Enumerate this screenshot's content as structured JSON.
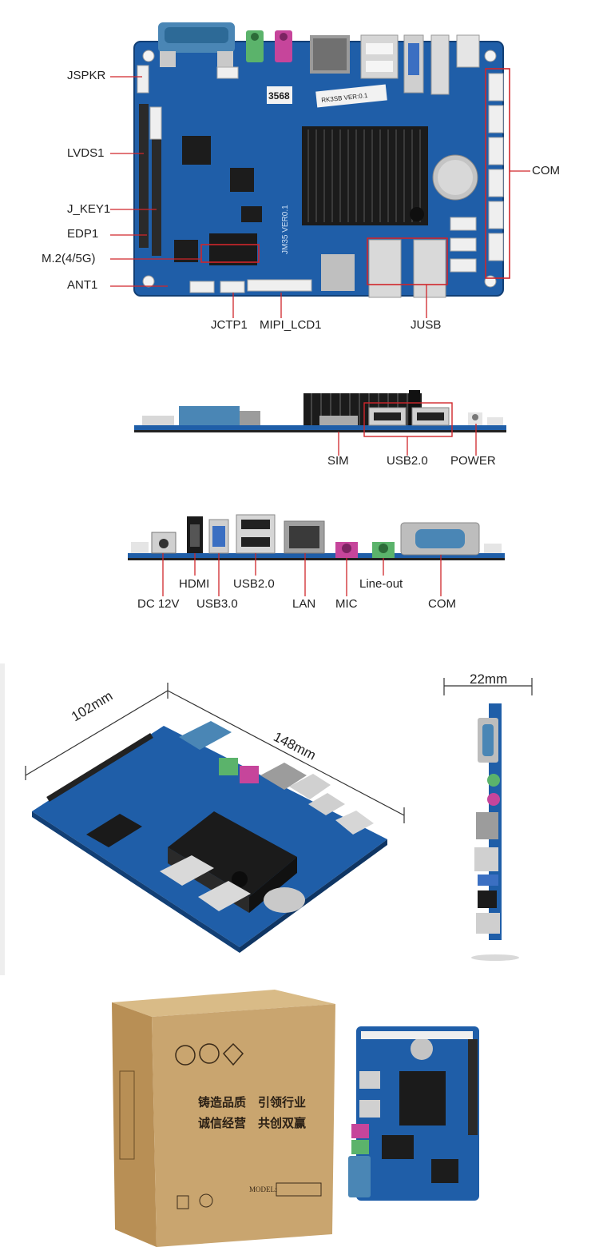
{
  "top_view": {
    "labels_left": [
      "JSPKR",
      "LVDS1",
      "J_KEY1",
      "EDP1",
      "M.2(4/5G)",
      "ANT1"
    ],
    "labels_bottom": [
      "JCTP1",
      "MIPI_LCD1",
      "JUSB"
    ],
    "label_right": "COM",
    "chip_mark": "3568",
    "board_sticker": "RK3SB VER:0.1",
    "silk_text": "JM35 VER0.1"
  },
  "side_usb_view": {
    "labels": [
      "SIM",
      "USB2.0",
      "POWER"
    ]
  },
  "io_view": {
    "labels_row1": [
      "HDMI",
      "USB2.0",
      "Line-out"
    ],
    "labels_row2": [
      "DC 12V",
      "USB3.0",
      "LAN",
      "MIC",
      "COM"
    ]
  },
  "dimension_view": {
    "width_label": "102mm",
    "length_label": "148mm",
    "height_label": "22mm"
  },
  "package_view": {
    "slogan_line1": "铸造品质　引领行业",
    "slogan_line2": "诚信经营　共创双赢",
    "model_label": "MODEL:"
  },
  "colors": {
    "board_blue": "#1f5ea8",
    "heatsink": "#1b1b1b",
    "highlight_red": "#d0262b",
    "box_cardboard": "#c9a56f"
  }
}
